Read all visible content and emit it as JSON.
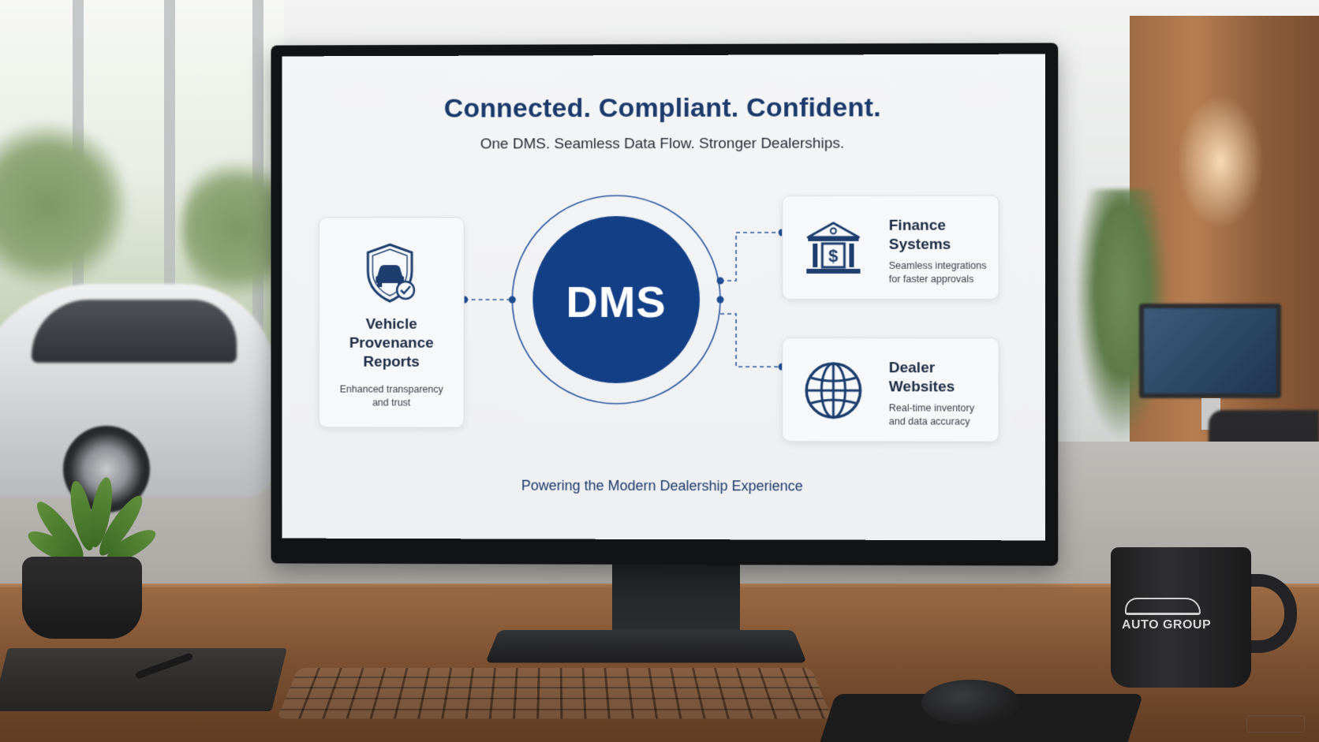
{
  "screen": {
    "headline": "Connected. Compliant. Confident.",
    "subheadline": "One DMS. Seamless Data Flow. Stronger Dealerships.",
    "hub": {
      "label": "DMS",
      "color": "#133f86"
    },
    "cards": {
      "vehicle": {
        "title_lines": [
          "Vehicle",
          "Provenance",
          "Reports"
        ],
        "desc_lines": [
          "Enhanced transparency",
          "and trust"
        ],
        "icon": "shield-car-check-icon"
      },
      "finance": {
        "title_lines": [
          "Finance",
          "Systems"
        ],
        "desc_lines": [
          "Seamless integrations",
          "for faster approvals"
        ],
        "icon": "bank-dollar-icon"
      },
      "dealer": {
        "title_lines": [
          "Dealer",
          "Websites"
        ],
        "desc_lines": [
          "Real-time inventory",
          "and data accuracy"
        ],
        "icon": "globe-icon"
      }
    },
    "footer": "Powering the Modern Dealership Experience",
    "accent_color": "#1b3a6b"
  },
  "mug": {
    "logo_text": "AUTO GROUP",
    "icon": "car-outline-icon"
  }
}
